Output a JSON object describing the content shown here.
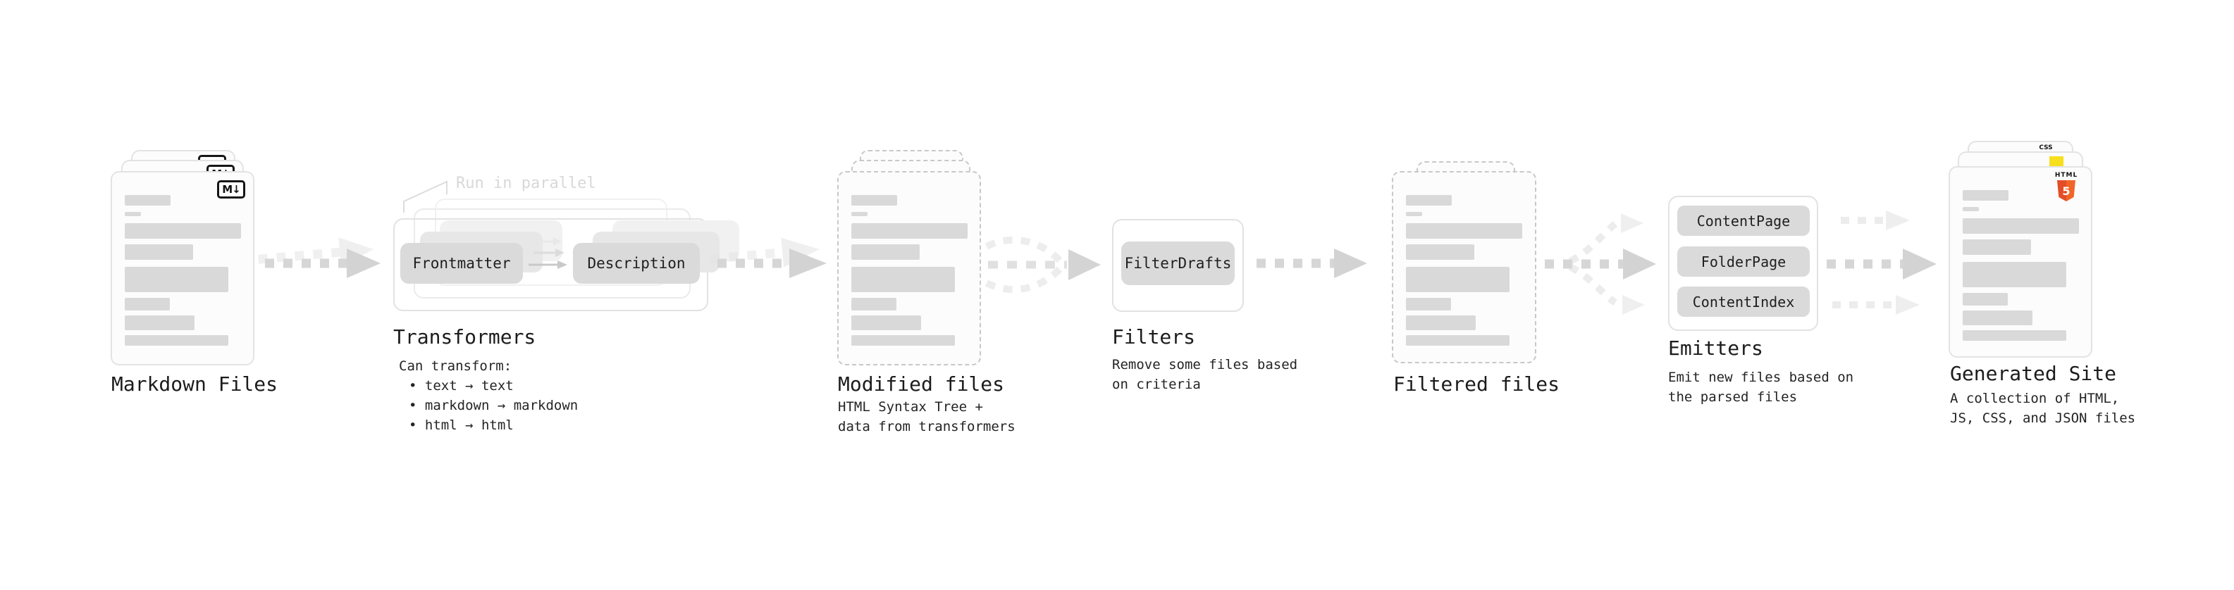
{
  "diagram": {
    "parallel_note": "Run in parallel",
    "stages": {
      "markdown_files": {
        "label": "Markdown Files",
        "badge": "M↓"
      },
      "transformers": {
        "label": "Transformers",
        "pills": [
          "Frontmatter",
          "Description"
        ],
        "desc_title": "Can transform:",
        "bullets": [
          "• text → text",
          "• markdown → markdown",
          "• html → html"
        ]
      },
      "modified_files": {
        "label": "Modified files",
        "desc_lines": [
          "HTML Syntax Tree +",
          "data from transformers"
        ]
      },
      "filters": {
        "label": "Filters",
        "pills": [
          "FilterDrafts"
        ],
        "desc_lines": [
          "Remove some files based",
          "on criteria"
        ]
      },
      "filtered_files": {
        "label": "Filtered files"
      },
      "emitters": {
        "label": "Emitters",
        "pills": [
          "ContentPage",
          "FolderPage",
          "ContentIndex"
        ],
        "desc_lines": [
          "Emit new files based on",
          "the parsed files"
        ]
      },
      "generated_site": {
        "label": "Generated Site",
        "desc_lines": [
          "A collection of HTML,",
          "JS, CSS, and JSON files"
        ],
        "badges": {
          "css": "CSS",
          "html_word": "HTML",
          "html_number": "5"
        }
      }
    },
    "icons": {
      "markdown_badge": "markdown-icon",
      "css_badge": "css3-icon",
      "js_badge": "javascript-icon",
      "html5_badge": "html5-icon"
    },
    "colors": {
      "arrow_main": "#d5d5d5",
      "arrow_ghost": "#ececec",
      "skeleton": "#d9d9d9",
      "pill_bg": "#dadada",
      "card_border": "#e3e3e3",
      "dashed_border": "#c8c8c8",
      "text": "#1c1c1c",
      "faded_text": "#d8d8d8",
      "html5_orange": "#e44d26",
      "js_yellow": "#f7df1e",
      "css_blue": "#2b62f6"
    }
  }
}
